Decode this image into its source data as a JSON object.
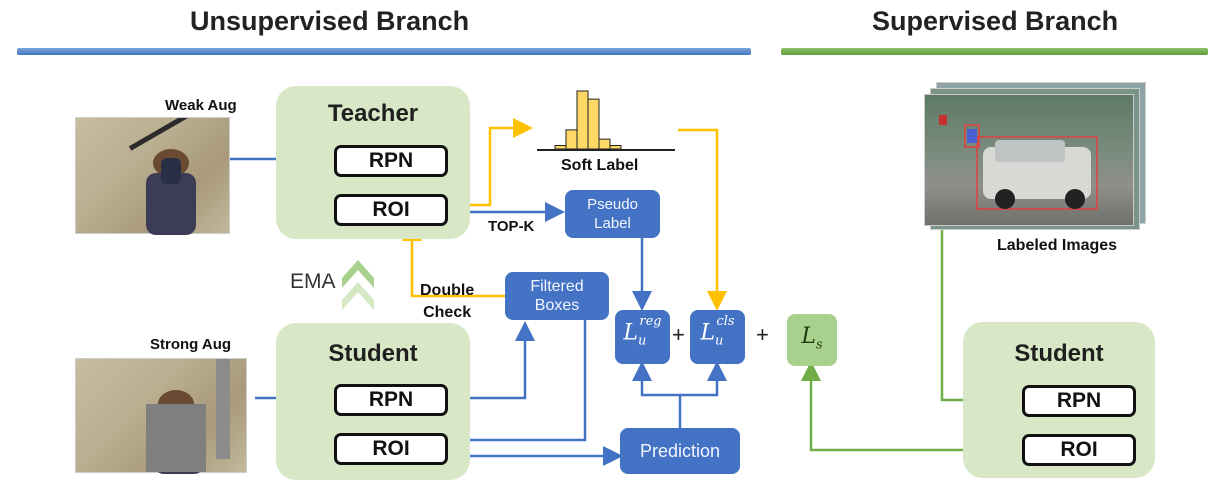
{
  "headers": {
    "unsupervised": "Unsupervised Branch",
    "supervised": "Supervised Branch"
  },
  "colors": {
    "unsupervised_bar": "#4f87cd",
    "supervised_bar": "#70ad47",
    "yellow_arrow": "#ffc000",
    "blue_arrow": "#4472c4",
    "green_arrow": "#70ad47",
    "panel_fill": "#d8e8c6",
    "blue_box": "#4472c4"
  },
  "teacher": {
    "title": "Teacher",
    "rpn": "RPN",
    "roi": "ROI"
  },
  "student": {
    "title": "Student",
    "rpn": "RPN",
    "roi": "ROI"
  },
  "student_sup": {
    "title": "Student",
    "rpn": "RPN",
    "roi": "ROI"
  },
  "labels": {
    "weak_aug": "Weak Aug",
    "strong_aug": "Strong Aug",
    "soft_label": "Soft Label",
    "top_k": "TOP-K",
    "ema": "EMA",
    "double_check": "Double\nCheck",
    "labeled_images": "Labeled Images"
  },
  "boxes": {
    "pseudo_label": "Pseudo\nLabel",
    "filtered_boxes": "Filtered\nBoxes",
    "prediction": "Prediction"
  },
  "losses": {
    "reg_base": "L",
    "reg_sub": "u",
    "reg_sup": "reg",
    "cls_base": "L",
    "cls_sub": "u",
    "cls_sup": "cls",
    "sup_base": "L",
    "sup_sub": "s",
    "plus": "+"
  },
  "soft_label_histogram": {
    "values": [
      0.06,
      0.33,
      1.0,
      0.86,
      0.17,
      0.06
    ]
  },
  "images": {
    "weak_aug": "baseball-batter-photo",
    "strong_aug": "baseball-batter-photo-strong-aug",
    "labeled": "car-street-photo-with-boxes"
  }
}
